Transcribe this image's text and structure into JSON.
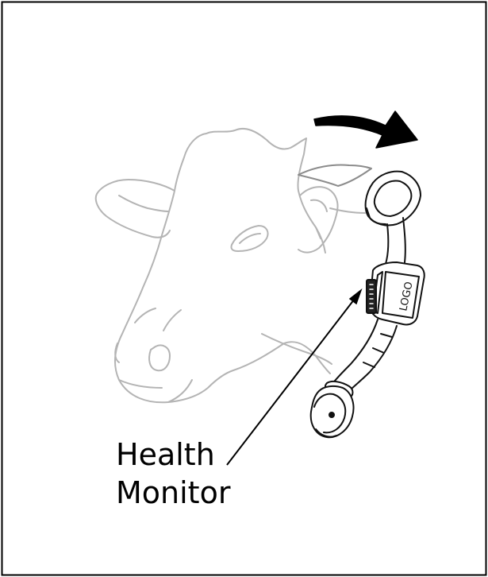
{
  "figure": {
    "label_line1": "Health",
    "label_line2": "Monitor",
    "device_logo_text": "LOGO",
    "colors": {
      "cow_outline": "#b4b4b4",
      "collar_outline": "#111111",
      "arrow": "#000000",
      "border": "#000000",
      "background": "#ffffff"
    },
    "icons": [
      "cow-head-illustration",
      "collar-icon",
      "rotation-arrow-icon",
      "leader-line"
    ]
  }
}
